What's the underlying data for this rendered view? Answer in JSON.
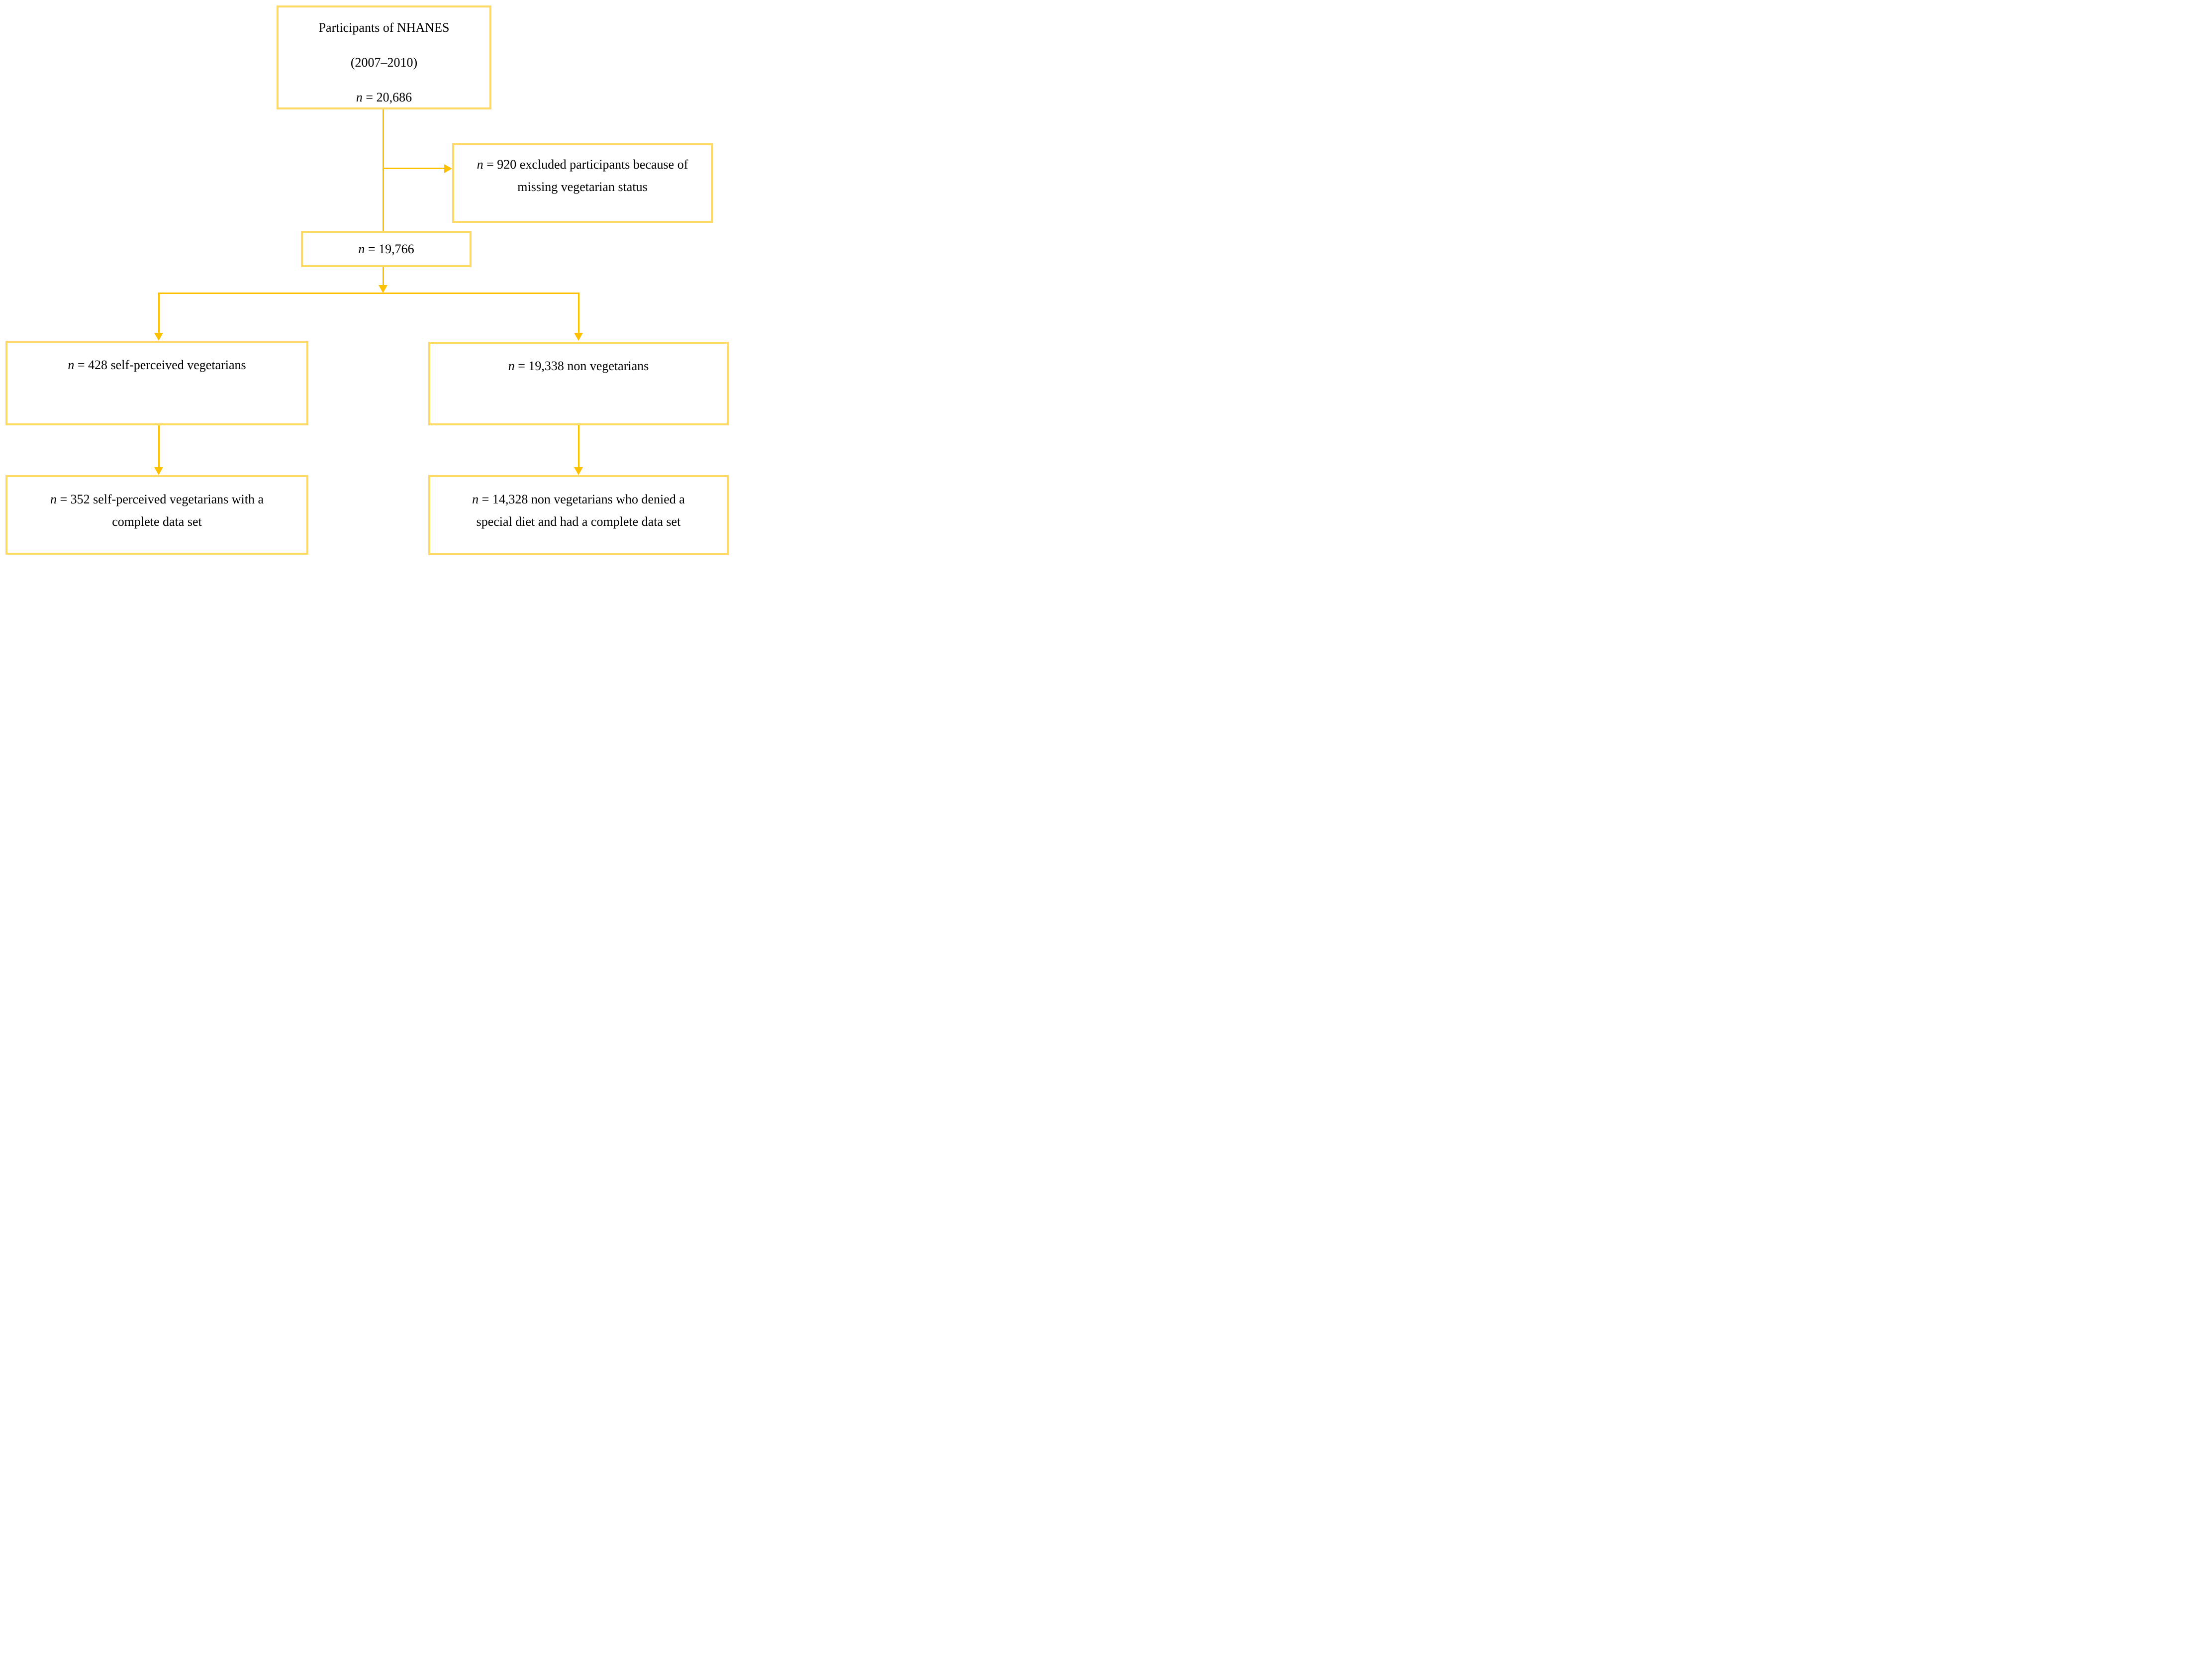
{
  "diagram": {
    "type": "participant-flowchart",
    "colors": {
      "box_border": "#FFD965",
      "arrow": "#FFC000",
      "text": "#000000",
      "background": "#FFFFFF"
    },
    "nodes": {
      "participants": {
        "title": "Participants of NHANES",
        "years": "(2007–2010)",
        "n": "n",
        "count": " = 20,686"
      },
      "excluded": {
        "n": "n",
        "line1": " = 920 excluded participants because of",
        "line2": "missing vegetarian status"
      },
      "after_exclusion": {
        "n": "n",
        "count": " = 19,766"
      },
      "vegetarians": {
        "n": "n",
        "label": " = 428 self-perceived vegetarians"
      },
      "non_vegetarians": {
        "n": "n",
        "label": " = 19,338 non vegetarians"
      },
      "vegetarians_complete": {
        "n": "n",
        "line1": " = 352 self-perceived vegetarians with a",
        "line2": "complete data set"
      },
      "non_vegetarians_complete": {
        "n": "n",
        "line1": " = 14,328 non vegetarians who denied a",
        "line2": "special diet and had a complete data set"
      }
    }
  }
}
